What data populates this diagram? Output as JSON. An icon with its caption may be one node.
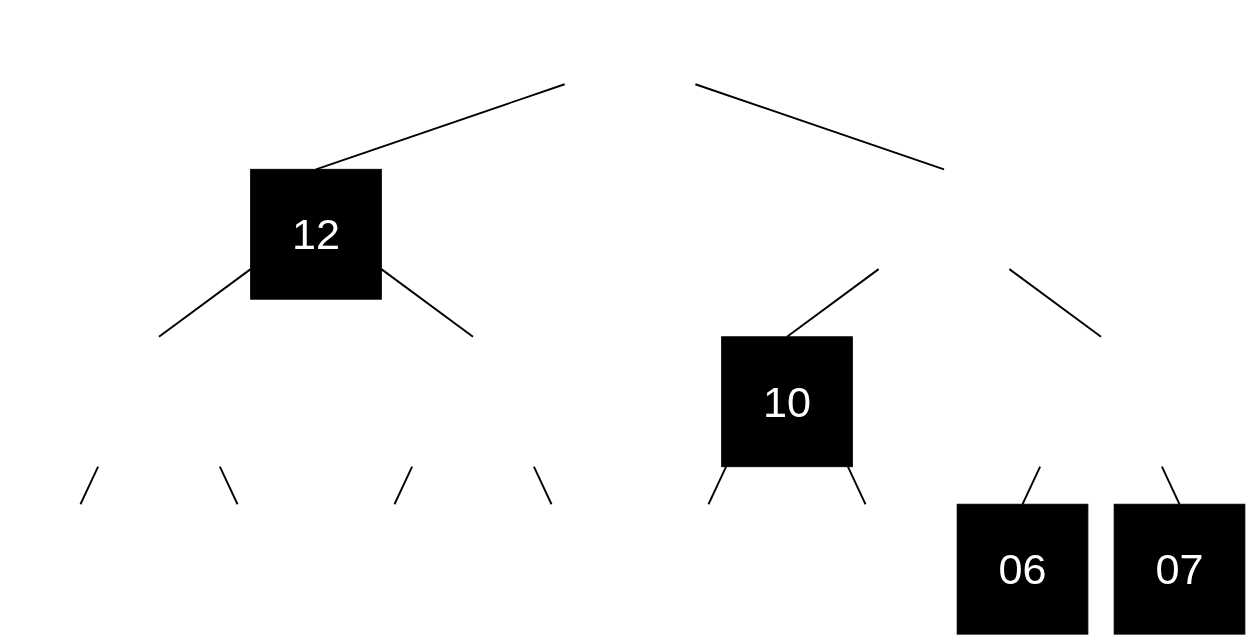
{
  "diagram": {
    "nodes": [
      {
        "text": [
          "12"
        ]
      },
      {
        "text": [
          "10"
        ]
      },
      {
        "text": [
          "06"
        ]
      },
      {
        "text": [
          "07"
        ]
      }
    ],
    "edges": [
      {
        "from": null,
        "to": 0,
        "arrow": "none"
      },
      {
        "from": 0,
        "to": null,
        "arrow": "none"
      },
      {
        "from": 0,
        "to": null,
        "arrow": "none"
      },
      {
        "from": null,
        "to": 1,
        "arrow": "none"
      },
      {
        "from": 1,
        "to": null,
        "arrow": "none"
      },
      {
        "from": 1,
        "to": null,
        "arrow": "none"
      },
      {
        "from": null,
        "to": 2,
        "arrow": "none"
      },
      {
        "from": null,
        "to": 3,
        "arrow": "none"
      }
    ]
  }
}
